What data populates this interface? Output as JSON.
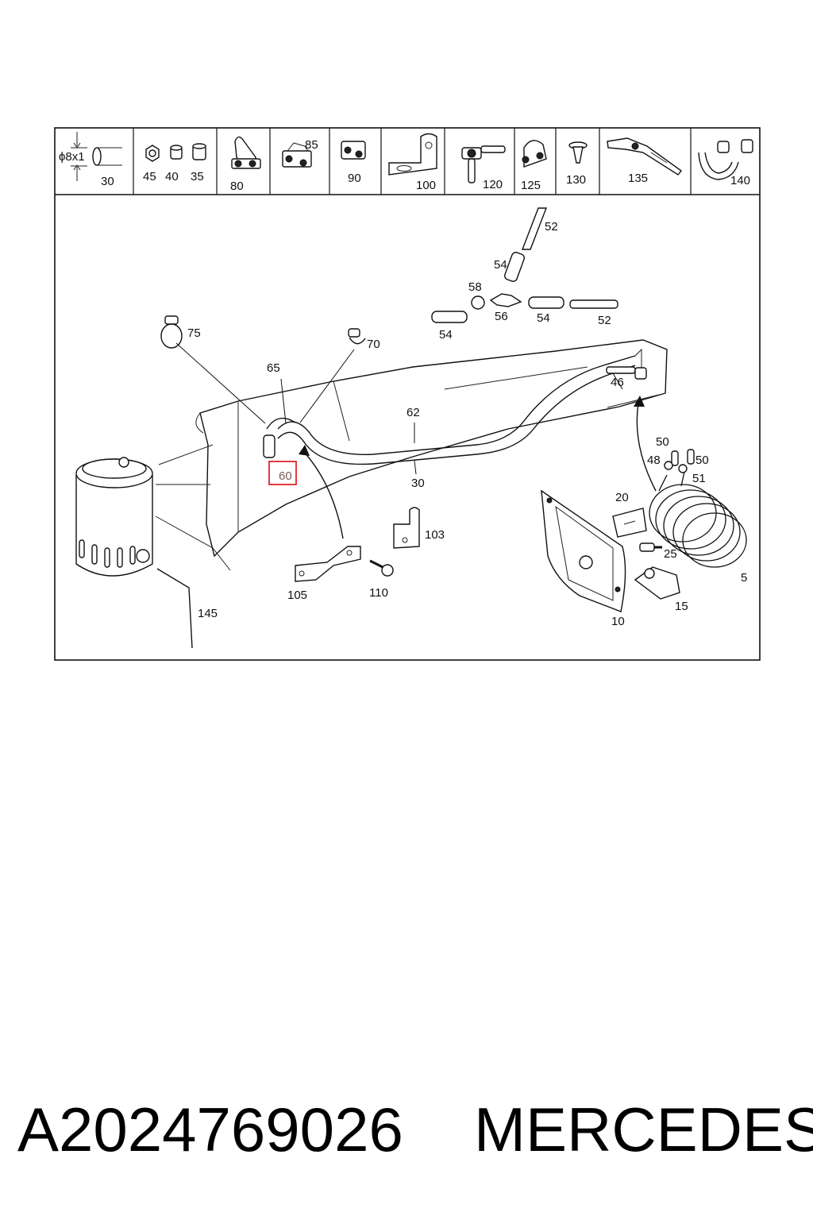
{
  "header_parts": [
    {
      "id": "hdr-30",
      "label": "30"
    },
    {
      "id": "hdr-45",
      "label": "45"
    },
    {
      "id": "hdr-40",
      "label": "40"
    },
    {
      "id": "hdr-35",
      "label": "35"
    },
    {
      "id": "hdr-80",
      "label": "80"
    },
    {
      "id": "hdr-85",
      "label": "85"
    },
    {
      "id": "hdr-90",
      "label": "90"
    },
    {
      "id": "hdr-100",
      "label": "100"
    },
    {
      "id": "hdr-120",
      "label": "120"
    },
    {
      "id": "hdr-125",
      "label": "125"
    },
    {
      "id": "hdr-130",
      "label": "130"
    },
    {
      "id": "hdr-135",
      "label": "135"
    },
    {
      "id": "hdr-140",
      "label": "140"
    }
  ],
  "hose_spec": "ϕ8x1",
  "callouts": {
    "c52a": "52",
    "c54a": "54",
    "c58": "58",
    "c56": "56",
    "c54b": "54",
    "c54c": "54",
    "c52b": "52",
    "c75": "75",
    "c70": "70",
    "c65": "65",
    "c62": "62",
    "c46": "46",
    "c60": "60",
    "c30": "30",
    "c50a": "50",
    "c48": "48",
    "c50b": "50",
    "c51": "51",
    "c20": "20",
    "c25": "25",
    "c5": "5",
    "c15": "15",
    "c10": "10",
    "c103": "103",
    "c105": "105",
    "c110": "110",
    "c145": "145"
  },
  "highlighted_callout": "60",
  "highlight_color": "#e0242b",
  "caption": {
    "part_number": "A2024769026",
    "brand": "MERCEDES"
  }
}
